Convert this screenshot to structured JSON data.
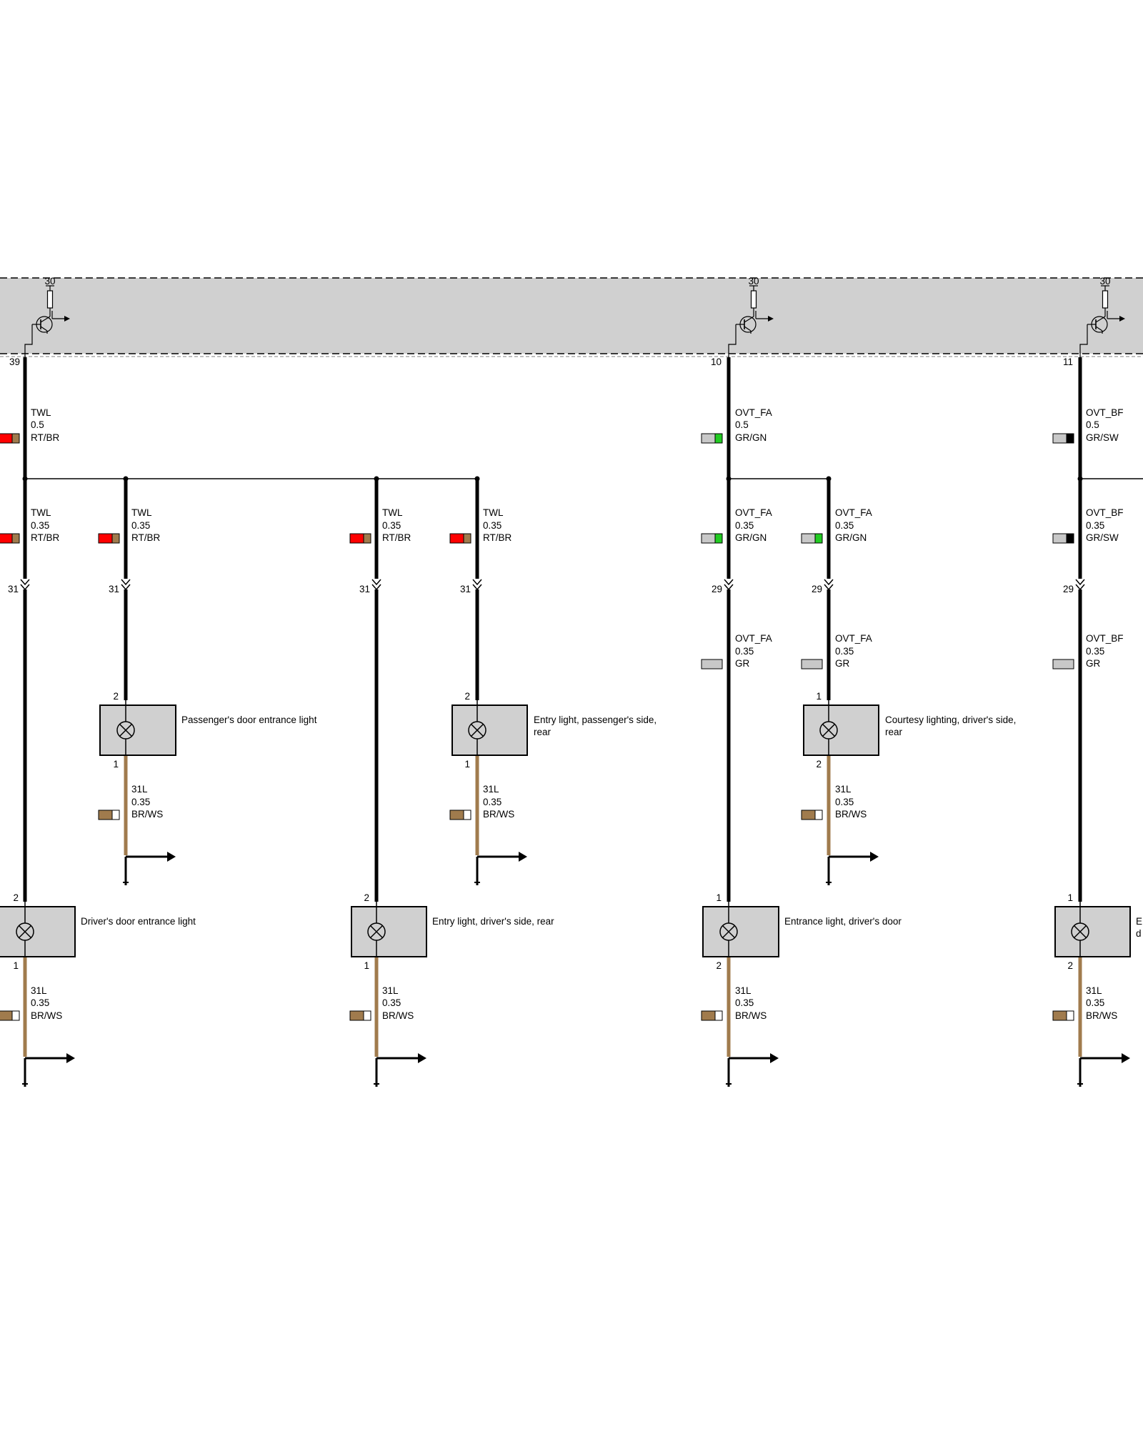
{
  "colors": {
    "RT": "#ff0000",
    "BR": "#a07b4d",
    "GR": "#c8c8c8",
    "GN": "#22cc22",
    "SW": "#000000",
    "WS": "#ffffff",
    "module_fill": "#d0d0d0",
    "wire_black": "#000000",
    "wire_brown": "#a07b4d"
  },
  "module": {
    "supply_label": "30",
    "pins": [
      "39",
      "10",
      "11"
    ]
  },
  "wire_labels": {
    "twl_main": {
      "name": "TWL",
      "size": "0.5",
      "color": "RT/BR"
    },
    "twl_branch": {
      "name": "TWL",
      "size": "0.35",
      "color": "RT/BR"
    },
    "ovt_fa_main": {
      "name": "OVT_FA",
      "size": "0.5",
      "color": "GR/GN"
    },
    "ovt_fa_branch": {
      "name": "OVT_FA",
      "size": "0.35",
      "color": "GR/GN"
    },
    "ovt_fa_lower": {
      "name": "OVT_FA",
      "size": "0.35",
      "color": "GR"
    },
    "ovt_bf_main": {
      "name": "OVT_BF",
      "size": "0.5",
      "color": "GR/SW"
    },
    "ovt_bf_branch": {
      "name": "OVT_BF",
      "size": "0.35",
      "color": "GR/SW"
    },
    "ovt_bf_lower": {
      "name": "OVT_BF",
      "size": "0.35",
      "color": "GR"
    },
    "ground": {
      "name": "31L",
      "size": "0.35",
      "color": "BR/WS"
    }
  },
  "connector_pins": {
    "p31": "31",
    "p29": "29",
    "p1": "1",
    "p2": "2"
  },
  "components": {
    "passenger_door_entrance_light": [
      "Passenger's door entrance light"
    ],
    "entry_light_passenger_rear": [
      "Entry light, passenger's side,",
      "rear"
    ],
    "courtesy_lighting_driver_side_rear": [
      "Courtesy lighting, driver's side,",
      "rear"
    ],
    "driver_door_entrance_light": [
      "Driver's door entrance light"
    ],
    "entry_light_driver_rear": [
      "Entry light, driver's side, rear"
    ],
    "entrance_light_driver_door": [
      "Entrance light, driver's door"
    ],
    "entrance_light_partial": [
      "E",
      "d"
    ]
  }
}
